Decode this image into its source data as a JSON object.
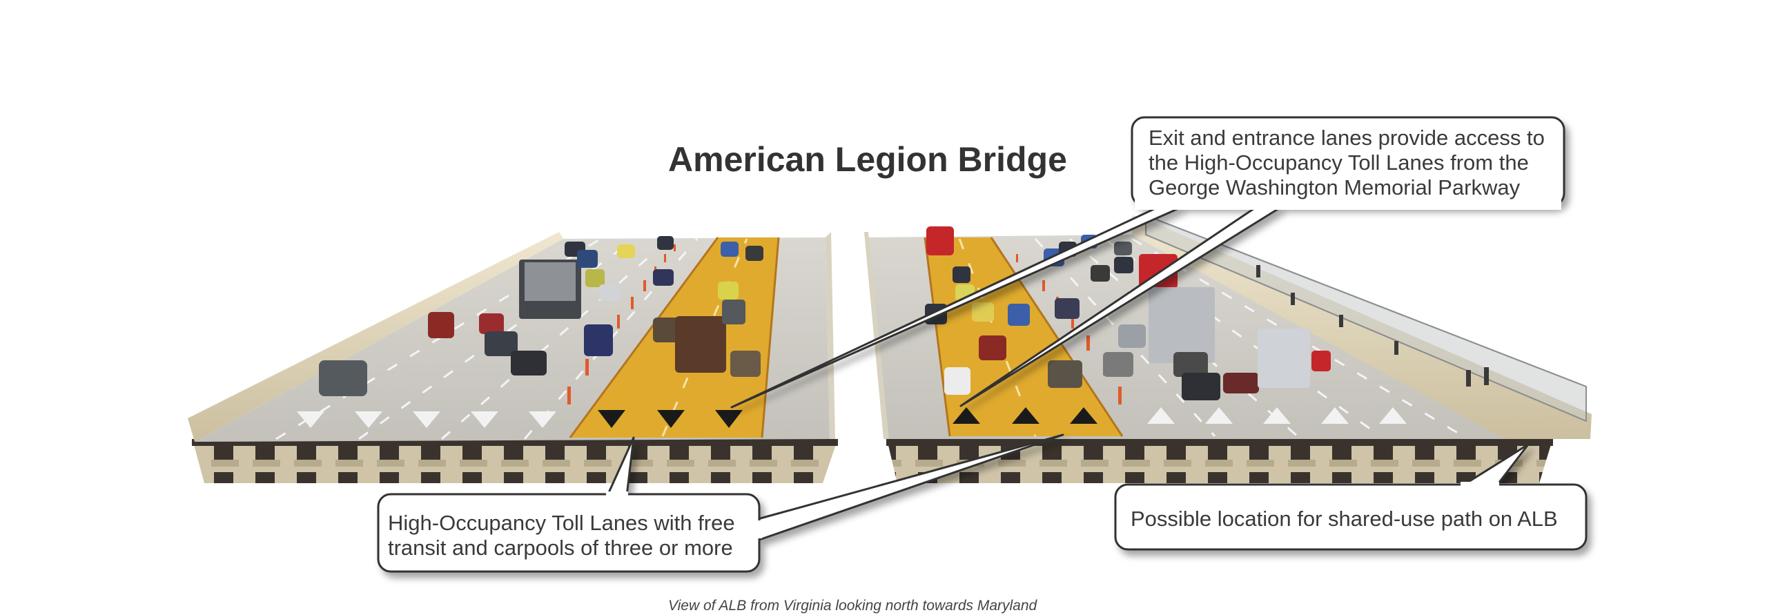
{
  "title": "American Legion Bridge",
  "callouts": {
    "access_lanes": [
      "Exit and entrance lanes provide access to",
      "the High-Occupancy Toll Lanes from the",
      "George Washington Memorial Parkway"
    ],
    "hot_lanes": [
      "High-Occupancy Toll Lanes with free",
      "transit and carpools of three or more"
    ],
    "shared_path": "Possible location for shared-use path on ALB"
  },
  "caption": "View of ALB from Virginia looking north towards Maryland",
  "colors": {
    "hot_lane": "#e0aa2e",
    "pavement": "#cfcdc6",
    "concrete": "#e6dec8",
    "girder": "#3a332d",
    "text": "#333333",
    "callout_border": "#333333"
  }
}
